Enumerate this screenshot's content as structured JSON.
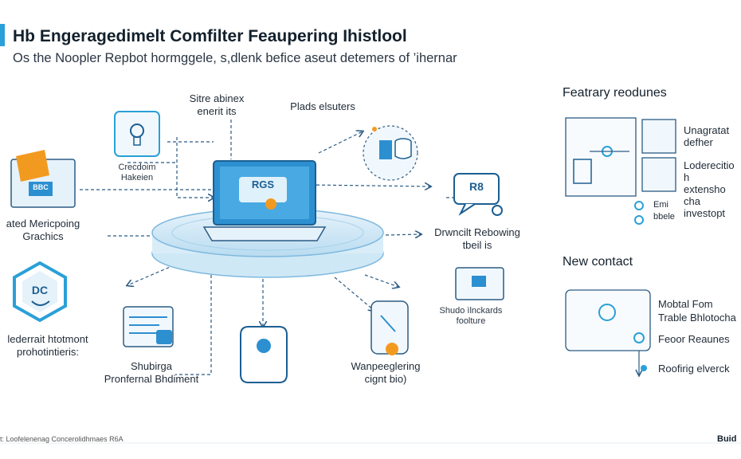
{
  "header": {
    "title": "Hb Engeragedimelt Comfilter Feaupering Ihistlool",
    "subtitle": "Os the Noopler Repbot hormggele, s,dlenk befice aseut detemers of ’ihernar"
  },
  "nodes": {
    "top_left": {
      "line1": "Crecdoim",
      "line2": "Hakeien"
    },
    "top_center": {
      "line1": "Sitre abinex",
      "line2": "enerit its"
    },
    "top_right": "Plads elsuters",
    "left_mid": {
      "line1": "ated Mericpoing",
      "line2": "Grachics"
    },
    "right_mid": {
      "line1": "Drwncilt Rebowing",
      "line2": "tbeil is"
    },
    "left_low": {
      "line1": "lederrait htotmont",
      "line2": "prohotintieris:"
    },
    "bottom_left": {
      "line1": "Shubirga",
      "line2": "Pronfernal Bhdiment"
    },
    "bottom_right": {
      "line1": "Wanpeeglering",
      "line2": "cignt bio)"
    },
    "right_low": {
      "line1": "Shudo ìlnckards",
      "line2": "foolture"
    },
    "laptop_badge": "RGS",
    "dc_badge": "DC",
    "box_badge": "BBC",
    "rs_badge": "R8"
  },
  "sidebar": {
    "features_heading": "Featrary reodunes",
    "features_items": [
      {
        "line1": "Unagratat",
        "line2": "defher"
      },
      {
        "line1": "Loderecitio h",
        "line2": "extensho cha",
        "line3": "investopt"
      },
      {
        "line1": "Emi",
        "line2": "bbele"
      }
    ],
    "contact_heading": "New contact",
    "contact_items": [
      "Mobtal Fom",
      "Trable Bhlotocha",
      "Feoor Reaunes",
      "Roofirig elverck"
    ]
  },
  "footer": {
    "left": "t: Loofelenenag Concerolidhmaes R6A",
    "right": "Buid"
  },
  "colors": {
    "accent": "#2aa0d8",
    "line": "#2b5b84",
    "orange": "#f29a1f"
  }
}
